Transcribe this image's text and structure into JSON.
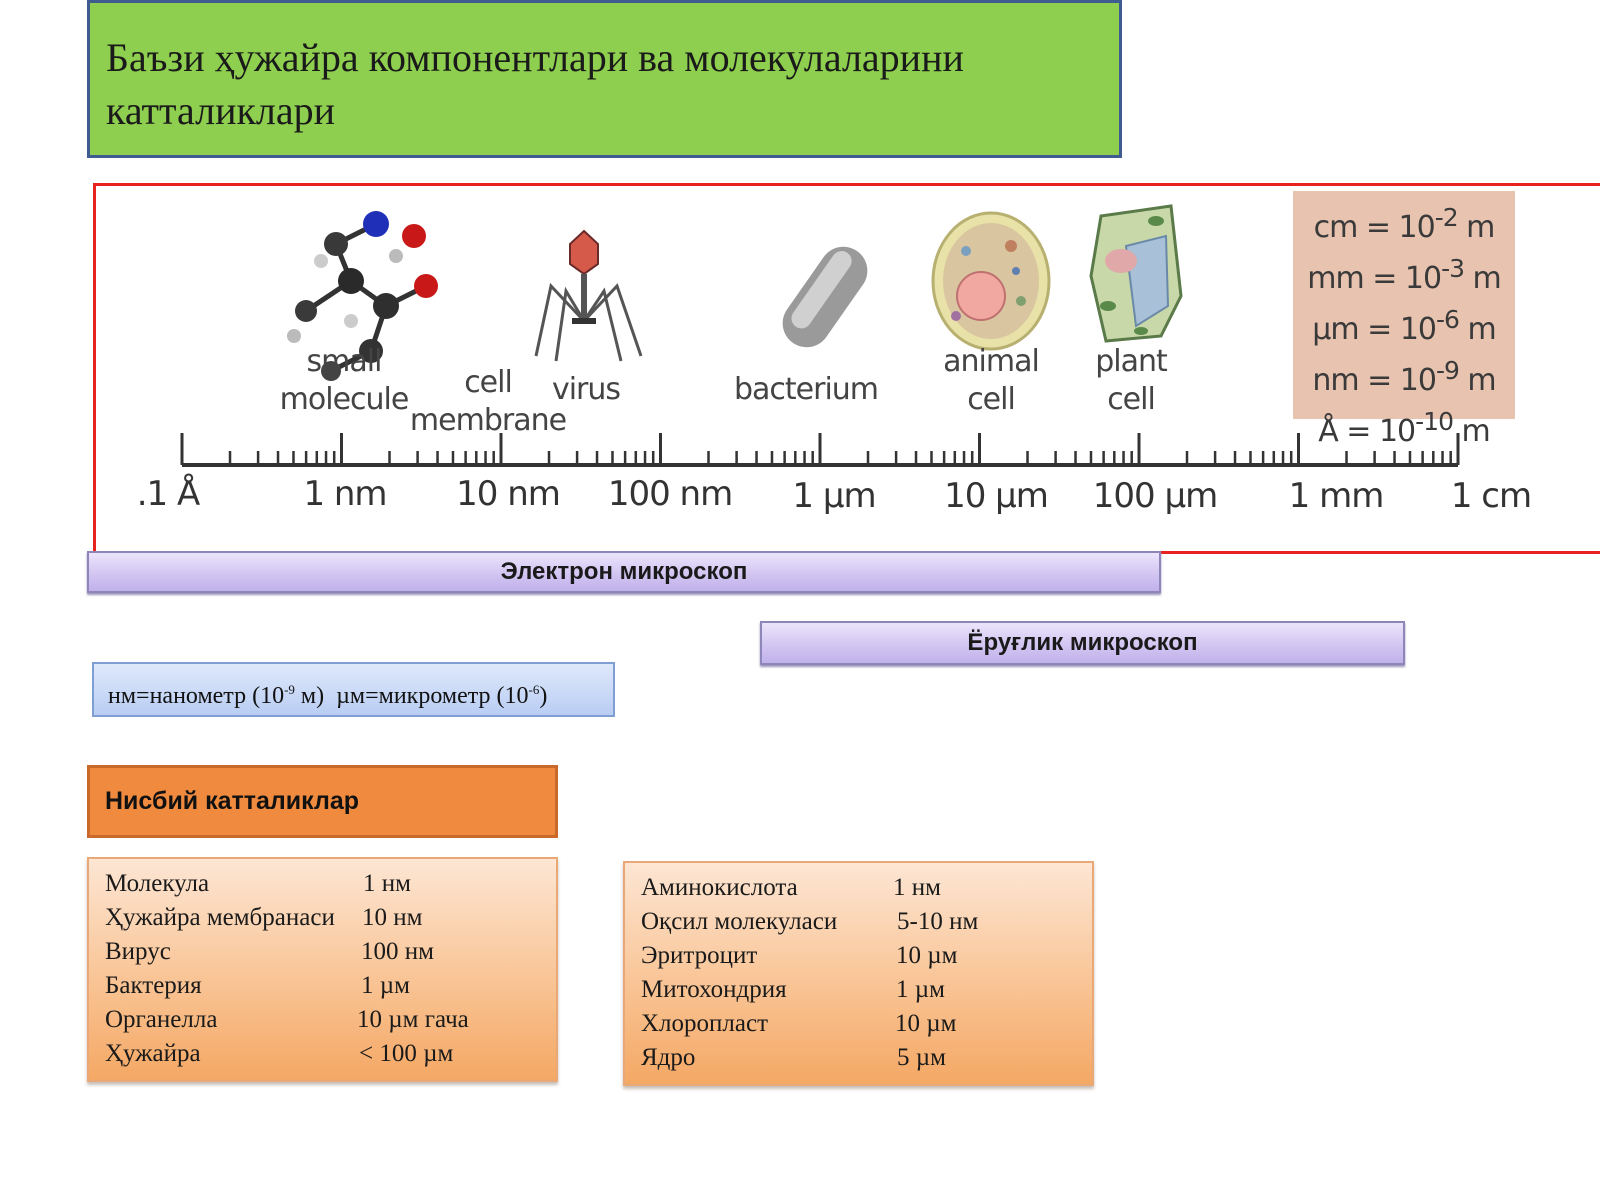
{
  "title": "Баъзи ҳужайра компонентлари ва молекулаларини катталиклари",
  "scale": {
    "objects": [
      {
        "lines": [
          "small",
          "molecule"
        ]
      },
      {
        "lines": [
          "cell",
          "membrane"
        ]
      },
      {
        "lines": [
          "virus"
        ]
      },
      {
        "lines": [
          "bacterium"
        ]
      },
      {
        "lines": [
          "animal",
          "cell"
        ]
      },
      {
        "lines": [
          "plant",
          "cell"
        ]
      }
    ],
    "ticks": [
      ".1 Å",
      "1 nm",
      "10 nm",
      "100 nm",
      "1 μm",
      "10 μm",
      "100 μm",
      "1 mm",
      "1 cm"
    ],
    "units": [
      {
        "base": "cm = 10",
        "exp": "-2",
        "unit": " m"
      },
      {
        "base": "mm = 10",
        "exp": "-3",
        "unit": " m"
      },
      {
        "base": "μm = 10",
        "exp": "-6",
        "unit": " m"
      },
      {
        "base": "nm = 10",
        "exp": "-9",
        "unit": " m"
      },
      {
        "base": "Å = 10",
        "exp": "-10",
        "unit": " m"
      }
    ]
  },
  "electron_microscope": "Электрон микроскоп",
  "light_microscope": "Ёруғлик микроскоп",
  "note": {
    "nm": "нм=нанометр (10",
    "nm_exp": "-9",
    "nm_end": " м)",
    "um": "µм=микрометр (10",
    "um_exp": "-6",
    "um_end": ")"
  },
  "relative_header": "Нисбий катталиклар",
  "table_left": [
    {
      "name": "Молекула",
      "size": "1 нм"
    },
    {
      "name": "Ҳужайра мембранаси",
      "size": "10 нм"
    },
    {
      "name": "Вирус",
      "size": "100 нм"
    },
    {
      "name": "Бактерия",
      "size": "1 µм"
    },
    {
      "name": "Органелла",
      "size": "10 µм гача"
    },
    {
      "name": "Ҳужайра",
      "size": "< 100 µм"
    }
  ],
  "table_right": [
    {
      "name": "Аминокислота",
      "size": "1 нм"
    },
    {
      "name": "Оқсил молекуласи",
      "size": "5-10 нм"
    },
    {
      "name": "Эритроцит",
      "size": "10 µм"
    },
    {
      "name": "Митохондрия",
      "size": "1 µм"
    },
    {
      "name": "Хлоропласт",
      "size": "10 µм"
    },
    {
      "name": "Ядро",
      "size": "5 µм"
    }
  ]
}
